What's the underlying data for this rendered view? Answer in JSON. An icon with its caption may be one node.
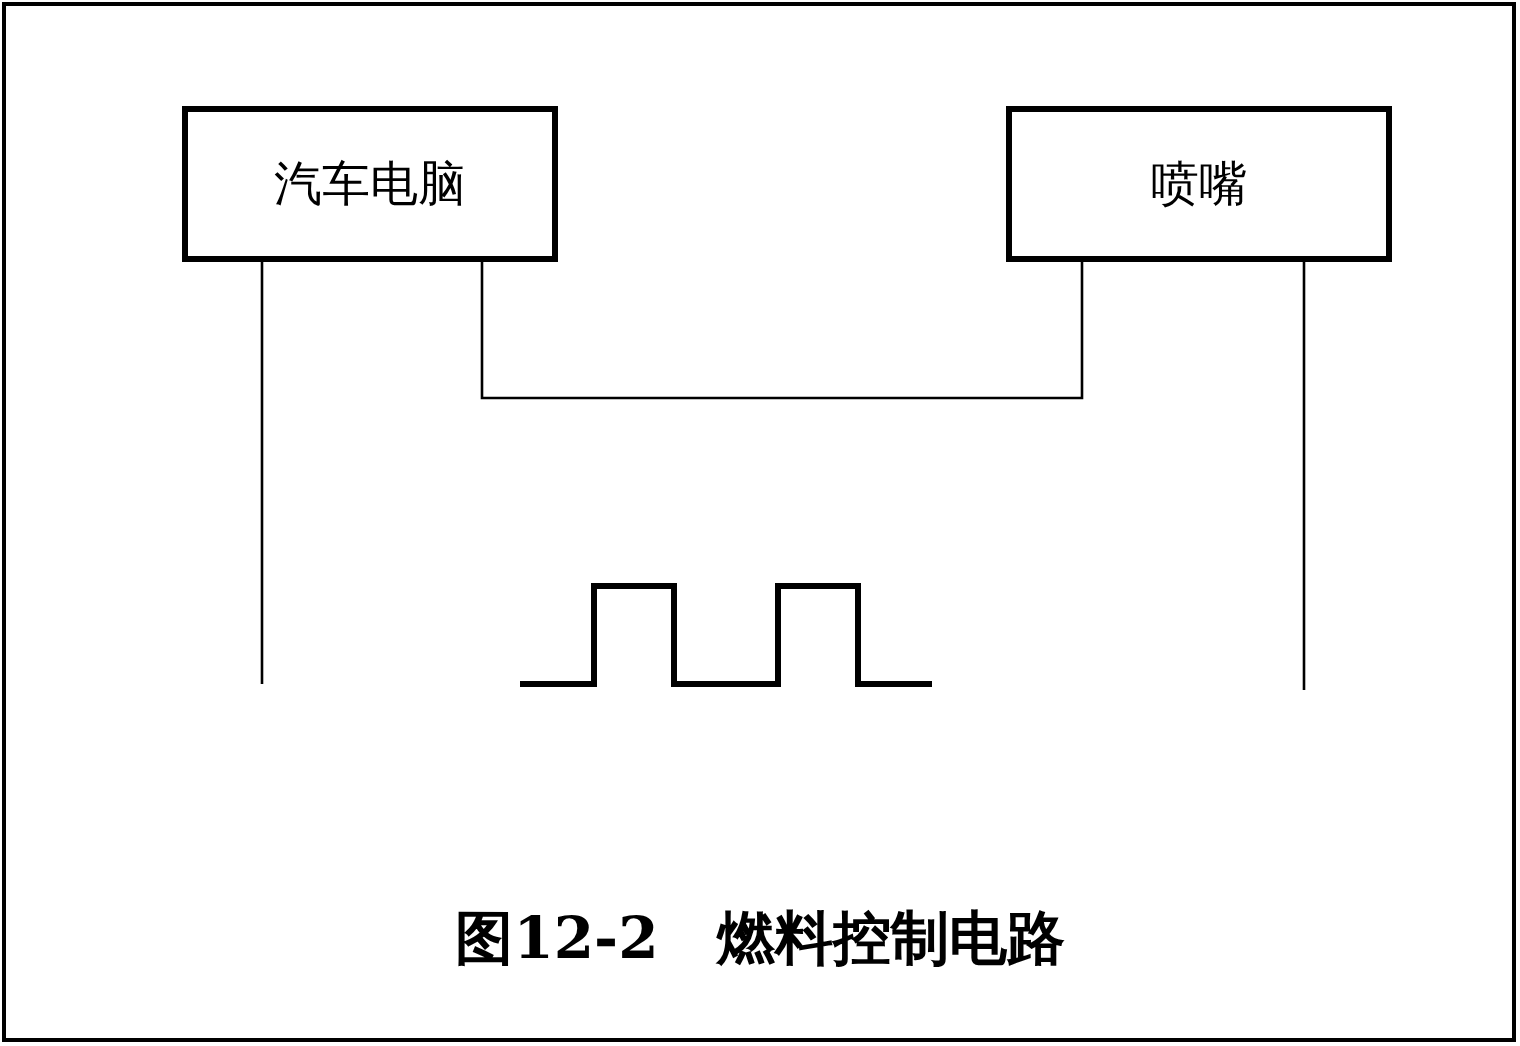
{
  "diagram": {
    "caption": "图12-2　燃料控制电路",
    "nodes": [
      {
        "text": [
          "汽车电脑"
        ]
      },
      {
        "text": [
          "喷嘴"
        ]
      }
    ],
    "edges": [
      {
        "from": 0,
        "to": 1,
        "arrow": "none"
      },
      {
        "from": 0,
        "to": null,
        "arrow": "none"
      },
      {
        "from": 1,
        "to": null,
        "arrow": "none"
      }
    ]
  }
}
